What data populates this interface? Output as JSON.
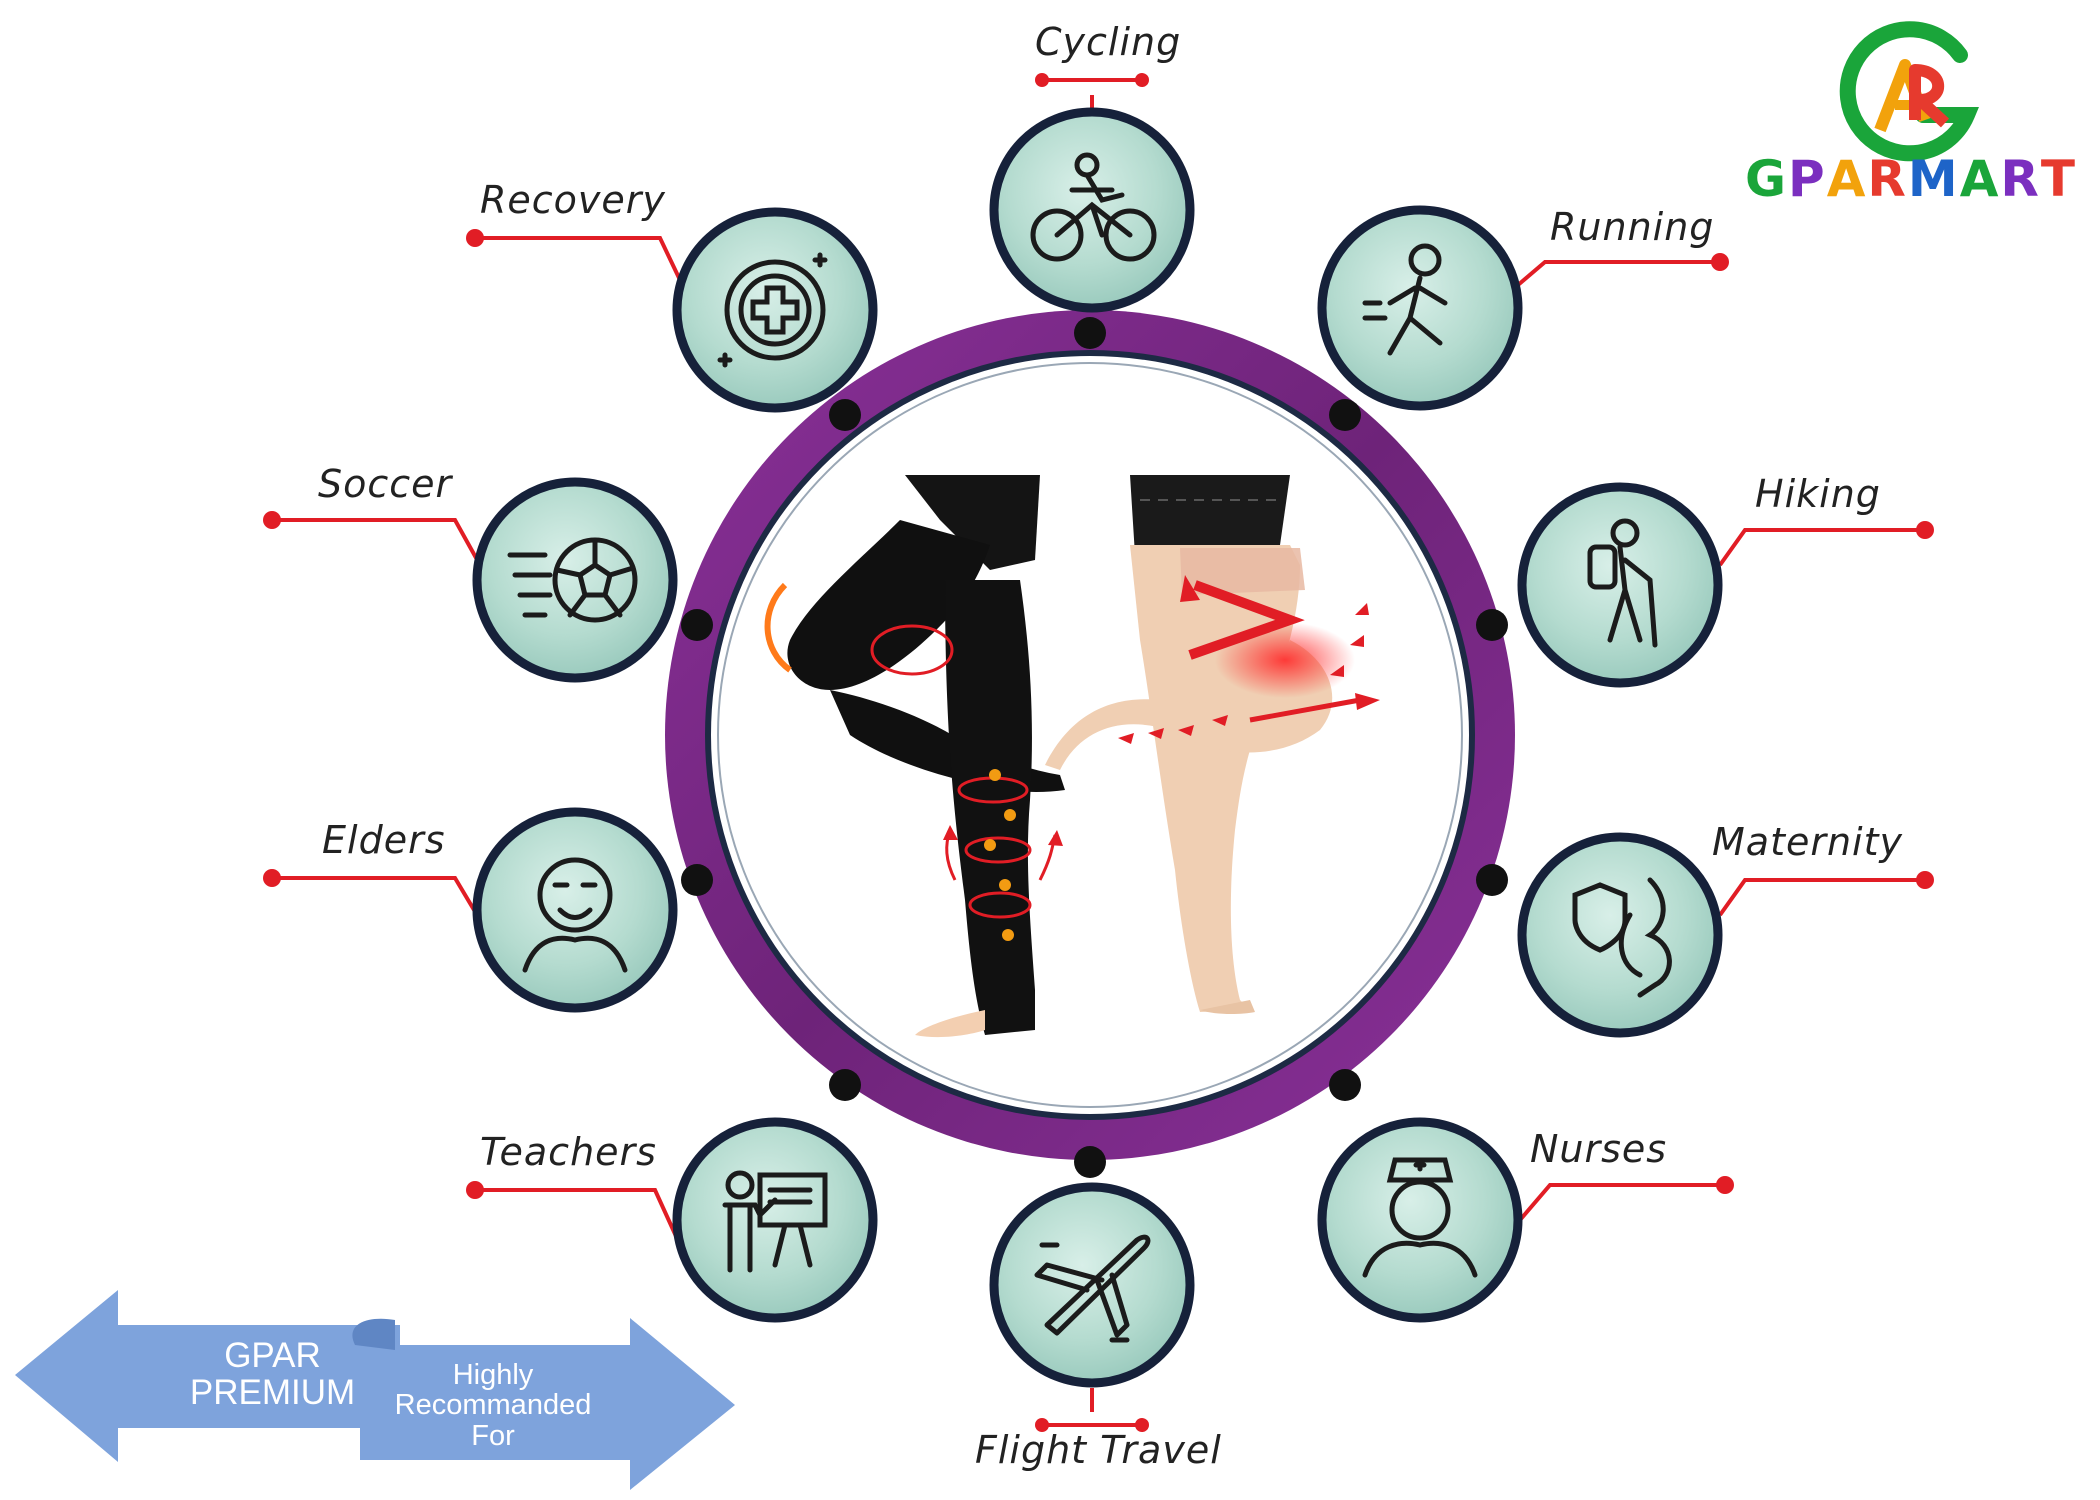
{
  "brand": {
    "logo_name": "GPARMART",
    "logo_letters": [
      "G",
      "P",
      "A",
      "R",
      "M",
      "A",
      "R",
      "T"
    ],
    "letter_colors": [
      "#1aa53a",
      "#7b2fbf",
      "#f2a20c",
      "#e63a2e",
      "#1e64c8",
      "#1aa53a",
      "#7b2fbf",
      "#e63a2e"
    ],
    "monogram": "ARG"
  },
  "uses": [
    {
      "label": "Cycling",
      "icon": "cyclist-icon"
    },
    {
      "label": "Running",
      "icon": "runner-icon"
    },
    {
      "label": "Hiking",
      "icon": "hiker-icon"
    },
    {
      "label": "Maternity",
      "icon": "pregnant-woman-icon"
    },
    {
      "label": "Nurses",
      "icon": "nurse-icon"
    },
    {
      "label": "Flight Travel",
      "icon": "airplane-icon"
    },
    {
      "label": "Teachers",
      "icon": "teacher-board-icon"
    },
    {
      "label": "Elders",
      "icon": "elder-icon"
    },
    {
      "label": "Soccer",
      "icon": "soccer-ball-icon"
    },
    {
      "label": "Recovery",
      "icon": "medical-cross-icon"
    }
  ],
  "banner": {
    "left_text_line1": "GPAR",
    "left_text_line2": "PREMIUM",
    "right_text_line1": "Highly",
    "right_text_line2": "Recommanded",
    "right_text_line3": "For"
  },
  "colors": {
    "ring_purple": "#7e2a8c",
    "connector_red": "#e11d25",
    "icon_circle_fill": "#b9ded3",
    "icon_circle_border": "#16213a",
    "banner_blue": "#7ea3dc",
    "stocking_black": "#111111",
    "stocking_beige": "#efcfb4"
  }
}
